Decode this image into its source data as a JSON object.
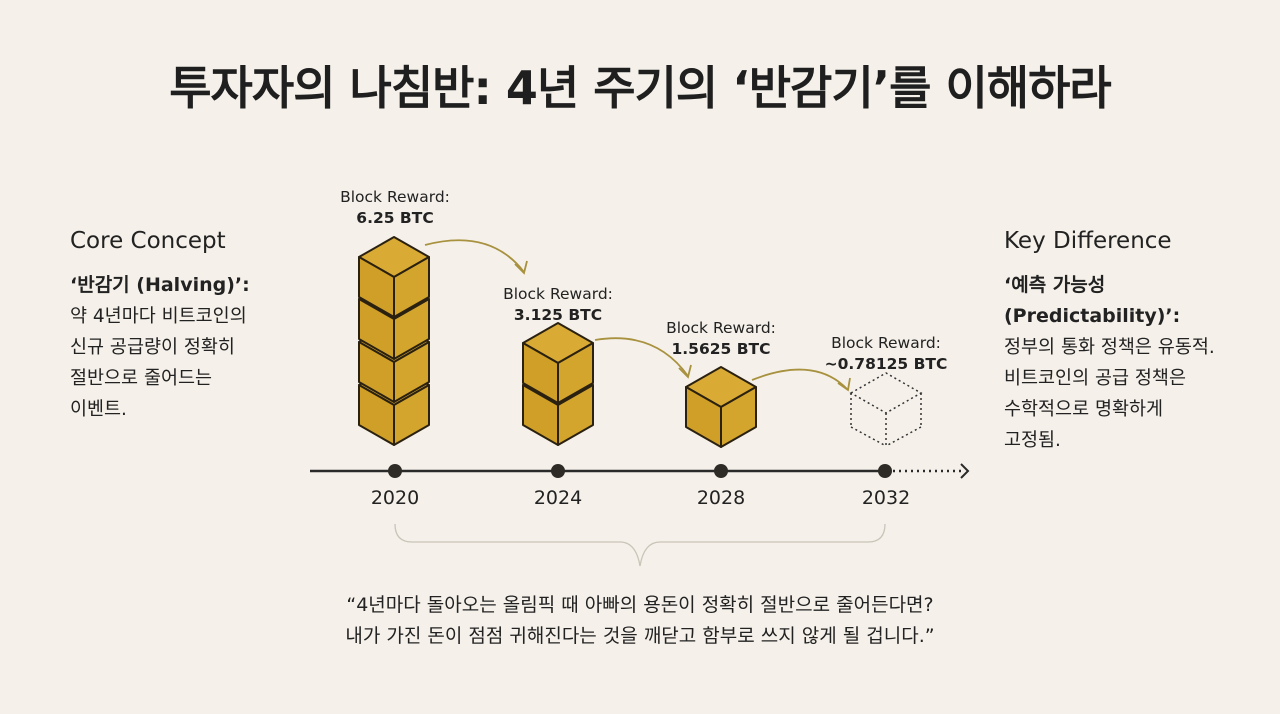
{
  "title": "투자자의 나침반: 4년 주기의 ‘반감기’를 이해하라",
  "left_panel": {
    "heading": "Core Concept",
    "term": "‘반감기 (Halving)’:",
    "body_lines": [
      "약 4년마다 비트코인의",
      "신규 공급량이 정확히",
      "절반으로 줄어드는",
      "이벤트."
    ]
  },
  "right_panel": {
    "heading": "Key Difference",
    "term_lines": [
      "‘예측 가능성",
      "(Predictability)’:"
    ],
    "body_lines": [
      "정부의 통화 정책은 유동적.",
      "비트코인의 공급 정책은",
      "수학적으로 명확하게",
      "고정됨."
    ]
  },
  "timeline": {
    "points": [
      {
        "year": "2020",
        "label": "Block Reward:",
        "value": "6.25 BTC",
        "cubes": 4
      },
      {
        "year": "2024",
        "label": "Block Reward:",
        "value": "3.125 BTC",
        "cubes": 2
      },
      {
        "year": "2028",
        "label": "Block Reward:",
        "value": "1.5625 BTC",
        "cubes": 1
      },
      {
        "year": "2032",
        "label": "Block Reward:",
        "value": "~0.78125 BTC",
        "cubes": 0,
        "dashed": true
      }
    ]
  },
  "quote_lines": [
    "“4년마다 돌아오는 올림픽 때 아빠의 용돈이 정확히 절반으로 줄어든다면?",
    "내가 가진 돈이 점점 귀해진다는 것을 깨닫고 함부로 쓰지 않게 될 겁니다.”"
  ],
  "colors": {
    "background": "#f5f1ea",
    "cube_fill": "#d4a52c",
    "cube_stroke": "#2b2110",
    "arrow": "#a8913f",
    "timeline": "#2a2a2a"
  }
}
